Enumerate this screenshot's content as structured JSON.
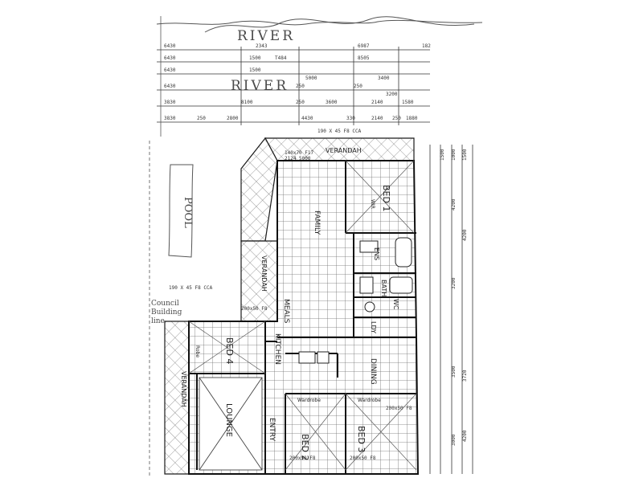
{
  "annotations": {
    "river_top": "RIVER",
    "river_middle": "RIVER",
    "pool": "POOL",
    "boundary_note_1": "Council",
    "boundary_note_2": "Building",
    "boundary_note_3": "line"
  },
  "rooms": {
    "veranda_top": "VERANDAH",
    "veranda_left": "VERANDAH",
    "veranda_bottom": "VERANDAH",
    "bed_1": "BED 1",
    "bed_2": "BED 2",
    "bed_3": "BED 3",
    "bed_4": "BED 4",
    "family": "FAMILY",
    "ens": "ENS",
    "bath": "BATH",
    "wc": "WC",
    "ldy": "LDY",
    "meals": "MEALS",
    "kitchen": "KITCHEN",
    "dining": "DINING",
    "lounge": "LOUNGE",
    "entry": "ENTRY",
    "wir": "WIR",
    "wardrobe": "Wardrobe",
    "robe": "Robe"
  },
  "dimensions": {
    "row1": [
      "6430",
      "2343",
      "6987",
      "182"
    ],
    "row2": [
      "6430",
      "1500",
      "T484",
      "8505"
    ],
    "row3": [
      "6430",
      "1500",
      "5000",
      "3400"
    ],
    "row4": [
      "6430",
      "250",
      "250",
      "3200"
    ],
    "row5": [
      "3830",
      "8100",
      "250",
      "3600",
      "2140",
      "1580"
    ],
    "row6": [
      "3830",
      "250",
      "2800",
      "4430",
      "330",
      "2140",
      "250",
      "1880"
    ],
    "right_col": [
      "1500",
      "1000",
      "1500",
      "4200",
      "4200",
      "3200",
      "3500",
      "3720",
      "4200",
      "3000"
    ],
    "beam": "190 X 45 F8 CCA",
    "beam_left": "190 X 45 F8 CCA",
    "window_a": "140x70 F17",
    "window_b": "2124 5000",
    "door_a": "200x50 F8",
    "door_b": "200x50 F8",
    "door_c": "200x50 F8",
    "door_d": "200x50 F8"
  },
  "colors": {
    "line": "#1a1a1a",
    "tile": "#6f6f6f",
    "hand": "#4a4a4a"
  }
}
